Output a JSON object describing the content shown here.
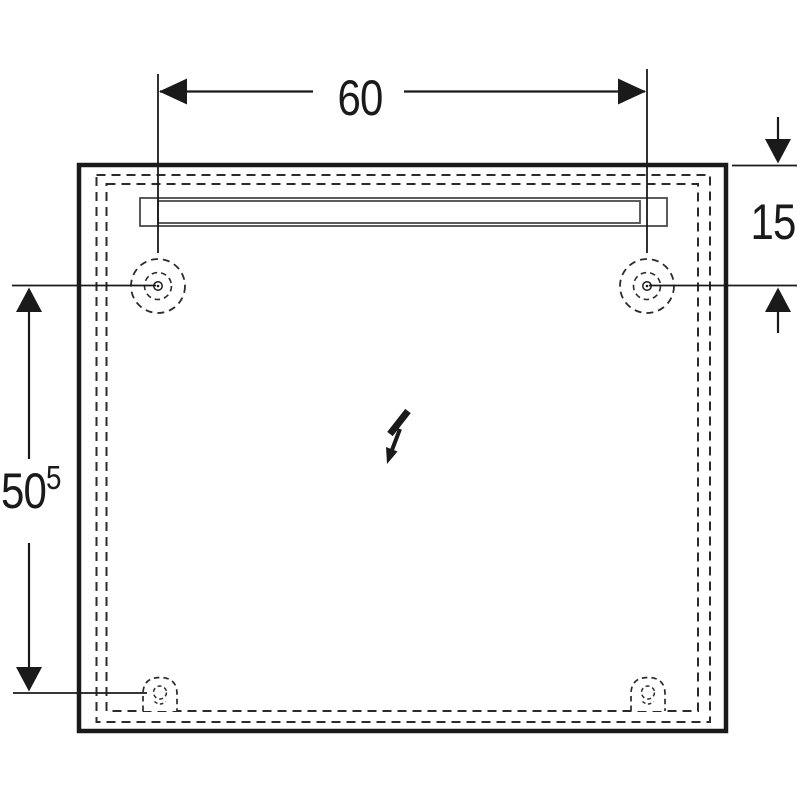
{
  "canvas": {
    "background": "#ffffff",
    "line_color": "#1a1a1a",
    "dashed_line_color": "#2b2b2b",
    "light_strip_line_color": "#4a4a4a"
  },
  "dimension_labels": {
    "mounting_width": {
      "value": "60"
    },
    "top_to_hole_offset": {
      "value": "15"
    },
    "hole_to_bracket_height": {
      "value": "50",
      "superscript": "5"
    }
  },
  "icons": {
    "power_connection": "lightning-bolt"
  }
}
